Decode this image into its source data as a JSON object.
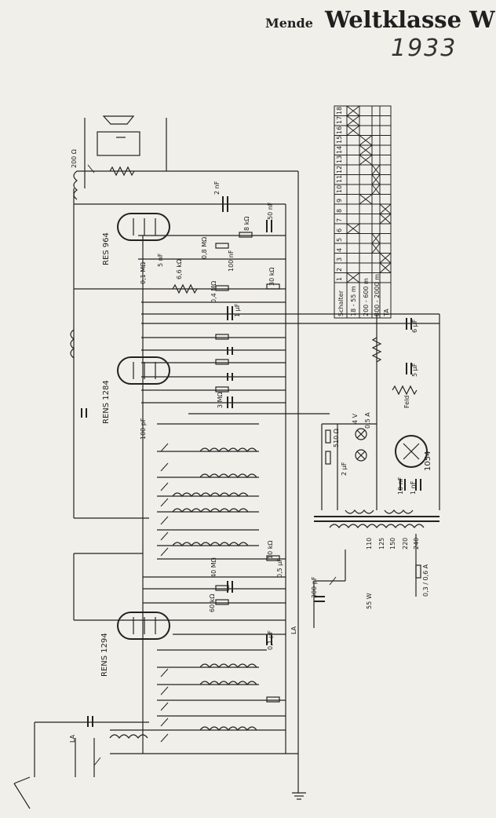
{
  "header": {
    "brand": "Mende",
    "model": "Weltklasse W",
    "year": "1933"
  },
  "tubes": {
    "output": "RES 964",
    "middle": "RENS 1284",
    "input": "RENS 1294",
    "rectifier": "1054"
  },
  "switch_table": {
    "header": "Schalter",
    "rows": [
      "18 - 55 m",
      "200 - 600 m",
      "800 - 2000 m",
      "TA"
    ],
    "positions": [
      "1",
      "2",
      "3",
      "4",
      "5",
      "6",
      "7",
      "8",
      "9",
      "10",
      "11",
      "12",
      "13",
      "14",
      "15",
      "16",
      "17",
      "18"
    ]
  },
  "labels": {
    "res_200": "200 Ω",
    "cap_2nF": "2 nF",
    "cap_50nF": "50 nF",
    "res_8k": "8 kΩ",
    "res_08M": "0,8 MΩ",
    "cap_5nF": "5 nF",
    "res_01M": "0,1 MΩ",
    "res_66k": "6,6 kΩ",
    "cap_100": "100 nF",
    "res_30k": "30 kΩ",
    "res_04M": "0,4 MΩ",
    "cap_1uF": "1 µF",
    "cap_6uF": "6 µF",
    "cap_5uF": "5 µF",
    "feld": "Feld",
    "lamp1": "4 V",
    "lamp2": "0,5 A",
    "cap_2uF": "2 µF",
    "res_510": "510 Ω",
    "cap_100pF": "100 pF",
    "res_3M": "3 MΩ",
    "mains": [
      "110",
      "125",
      "150",
      "220",
      "240"
    ],
    "fuse": "0,3 / 0,6 A",
    "cap_300pF": "300 pF",
    "res_60k": "60 kΩ",
    "res_40M": "40 MΩ",
    "cap_01": "0,1 µF",
    "la": "LA",
    "fifty": "55 W",
    "res_10k": "10 kΩ",
    "cap_05": "0,5 µF",
    "cap_1nF": "1 nF",
    "cap_10nF": "10 nF"
  }
}
